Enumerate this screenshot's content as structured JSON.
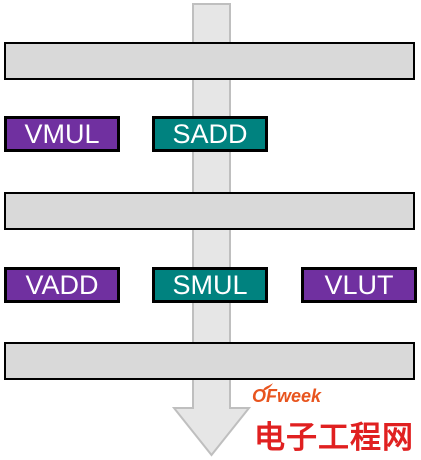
{
  "colors": {
    "bar_fill": "#d9d9d9",
    "arrow_fill": "#e6e6e6",
    "vector_op": "#7030a0",
    "scalar_op": "#00827f",
    "watermark_brand": "#e8541e",
    "watermark_cn": "#e02020"
  },
  "rows": [
    {
      "ops": [
        {
          "label": "VMUL",
          "kind": "vector"
        },
        {
          "label": "SADD",
          "kind": "scalar"
        }
      ]
    },
    {
      "ops": [
        {
          "label": "VADD",
          "kind": "vector"
        },
        {
          "label": "SMUL",
          "kind": "scalar"
        },
        {
          "label": "VLUT",
          "kind": "vector"
        }
      ]
    }
  ],
  "watermark": {
    "brand_big": "OF",
    "brand_small": "week",
    "chinese": "电子工程网"
  }
}
